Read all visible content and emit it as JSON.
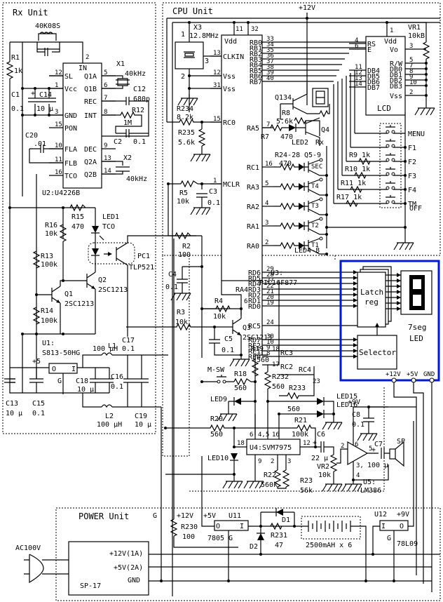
{
  "units": {
    "rx": "Rx Unit",
    "cpu": "CPU Unit",
    "power": "POWER Unit"
  },
  "rails": {
    "v12": "+12V",
    "v5": "+5V",
    "v9": "+9V",
    "gnd": "GND",
    "g": "G",
    "p5": "+5"
  },
  "rx": {
    "transducer": "40K08S",
    "r1": {
      "ref": "R1",
      "value": "1k"
    },
    "c1": {
      "ref": "C1",
      "value": "0.1"
    },
    "c14": {
      "ref": "C14",
      "value": "10 µ"
    },
    "c20": {
      "ref": "C20",
      "value": ".01"
    },
    "c12": {
      "ref": "C12",
      "value": "680p"
    },
    "r12": {
      "ref": "R12",
      "value": "1M"
    },
    "c2": {
      "ref": "C2",
      "value": "0.1"
    },
    "x1": {
      "ref": "X1",
      "value": "40kHz"
    },
    "x2": {
      "ref": "X2",
      "value": "40kHz"
    },
    "u2": {
      "ref": "U2:U4226B",
      "left_pins": [
        {
          "num": "12",
          "name": "SL"
        },
        {
          "num": "1",
          "name": "Vcc"
        },
        {
          "num": "3",
          "name": "GND"
        },
        {
          "num": "15",
          "name": "PON"
        },
        {
          "num": "10",
          "name": "FLA"
        },
        {
          "num": "11",
          "name": "FLB"
        },
        {
          "num": "16",
          "name": "TCO"
        }
      ],
      "right_pins": [
        {
          "num": "5",
          "name": "Q1A"
        },
        {
          "num": "6",
          "name": "Q1B"
        },
        {
          "num": "7",
          "name": "REC"
        },
        {
          "num": "8",
          "name": "INT"
        },
        {
          "num": "9",
          "name": "DEC"
        },
        {
          "num": "13",
          "name": "Q2A"
        },
        {
          "num": "14",
          "name": "Q2B"
        }
      ],
      "top_pin": {
        "num": "2",
        "name": "IN"
      }
    },
    "r15": {
      "ref": "R15",
      "value": "470"
    },
    "r16": {
      "ref": "R16",
      "value": "10k"
    },
    "r13": {
      "ref": "R13",
      "value": "100k"
    },
    "r14": {
      "ref": "R14",
      "value": "100k"
    },
    "led1": {
      "ref": "LED1",
      "value": "TCO"
    },
    "pc1": {
      "ref": "PC1",
      "value": "TLP521"
    },
    "q1": {
      "ref": "Q1",
      "value": "2SC1213"
    },
    "q2": {
      "ref": "Q2",
      "value": "2SC1213"
    },
    "u1": {
      "ref": "U1:",
      "value": "S813-50HG",
      "pins": {
        "o": "O",
        "i": "I",
        "g": "G"
      }
    },
    "l1": {
      "ref": "L1",
      "value": "100 µH"
    },
    "l2": {
      "ref": "L2",
      "value": "100 µH"
    },
    "c13": {
      "ref": "C13",
      "value": "10 µ"
    },
    "c15": {
      "ref": "C15",
      "value": "0.1"
    },
    "c16": {
      "ref": "C16",
      "value": "0.1"
    },
    "c17": {
      "ref": "C17",
      "value": "0.1"
    },
    "c18": {
      "ref": "C18",
      "value": "10 µ"
    },
    "c19": {
      "ref": "C19",
      "value": "10 µ"
    }
  },
  "cpu": {
    "x3": {
      "ref": "X3",
      "value": "12.8MHz",
      "pins": [
        "1",
        "2",
        "3"
      ]
    },
    "r234": {
      "ref": "R234",
      "value": "8.2k"
    },
    "r235": {
      "ref": "R235",
      "value": "5.6k"
    },
    "r5": {
      "ref": "R5",
      "value": "10k"
    },
    "c3": {
      "ref": "C3",
      "value": "0.1"
    },
    "r2": {
      "ref": "R2",
      "value": "100"
    },
    "c4": {
      "ref": "C4",
      "value": "0.1"
    },
    "r3": {
      "ref": "R3",
      "value": "10k"
    },
    "r4": {
      "ref": "R4",
      "value": "10k"
    },
    "c5": {
      "ref": "C5",
      "value": "0.1"
    },
    "q3": {
      "ref": "Q3",
      "value": "2SC1213"
    },
    "u3": {
      "ref": "U3:",
      "value": "PIC16F877",
      "left_pins": [
        {
          "num": "13",
          "name": "CLKIN"
        },
        {
          "num": "12",
          "name": "Vss"
        },
        {
          "num": "31",
          "name": "Vss"
        },
        {
          "num": "15",
          "name": "RC0"
        },
        {
          "num": "1",
          "name": "MCLR"
        }
      ],
      "top_pins": [
        {
          "num": "11",
          "name": "Vdd"
        },
        {
          "num": "32",
          "name": ""
        }
      ],
      "rb_pins": [
        {
          "num": "33",
          "name": "RB0"
        },
        {
          "num": "34",
          "name": "RB1"
        },
        {
          "num": "35",
          "name": "RB2"
        },
        {
          "num": "36",
          "name": "RB3"
        },
        {
          "num": "37",
          "name": "RB4"
        },
        {
          "num": "38",
          "name": "RB5"
        },
        {
          "num": "39",
          "name": "RB6"
        },
        {
          "num": "40",
          "name": "RB7"
        }
      ],
      "ra_pins": [
        {
          "num": "7",
          "name": "RA5"
        },
        {
          "num": "16",
          "name": "RC1"
        },
        {
          "num": "5",
          "name": "RA3"
        },
        {
          "num": "4",
          "name": "RA2"
        },
        {
          "num": "3",
          "name": "RA1"
        },
        {
          "num": "2",
          "name": "RA0"
        }
      ],
      "rd_pins": [
        {
          "num": "29",
          "name": "RD6"
        },
        {
          "num": "28",
          "name": "RD5"
        },
        {
          "num": "27",
          "name": "RD4"
        },
        {
          "num": "22",
          "name": "RD3"
        },
        {
          "num": "21",
          "name": "RD2"
        },
        {
          "num": "20",
          "name": "RD1"
        },
        {
          "num": "19",
          "name": "RD0"
        }
      ],
      "rc5": {
        "num": "24",
        "name": "RC5"
      },
      "sel_pins": [
        {
          "num": "30",
          "name": "RD7"
        },
        {
          "num": "10",
          "name": "RE2"
        },
        {
          "num": "9",
          "name": "RE1"
        },
        {
          "num": "8",
          "name": "RE0"
        }
      ],
      "ra4": {
        "num": "6",
        "name": "RA4"
      },
      "rc3": {
        "num": "18",
        "name": "RC3"
      },
      "rc2": {
        "num": "17",
        "name": "RC2"
      },
      "rc4": {
        "num": "23",
        "name": "RC4"
      }
    },
    "q134": {
      "ref": "Q134"
    },
    "r8": {
      "ref": "R8"
    },
    "r7": {
      "ref": "R7",
      "value": "470",
      "res": "5.6k"
    },
    "led2": {
      "ref": "LED2",
      "value": "Rx"
    },
    "q4": {
      "ref": "Q4"
    },
    "r24_28": {
      "ref": "R24-28",
      "value": "470"
    },
    "q5_9": {
      "ref": "Q5-9"
    },
    "led4_8": {
      "ref": "LED4-8"
    },
    "led_labels": [
      "SEC",
      "T4",
      "T3",
      "T2",
      "T1"
    ],
    "lcd": {
      "ref": "LCD",
      "left_pins": [
        {
          "num": "4",
          "name": "RS"
        },
        {
          "num": "6",
          "name": "E"
        },
        {
          "num": "11",
          "name": "DB4"
        },
        {
          "num": "12",
          "name": "DB5"
        },
        {
          "num": "13",
          "name": "DB6"
        },
        {
          "num": "14",
          "name": "DB7"
        }
      ],
      "right_pins": [
        {
          "num": "3",
          "name": "Vo"
        },
        {
          "num": "5",
          "name": "R/W"
        },
        {
          "num": "7",
          "name": "DB0"
        },
        {
          "num": "8",
          "name": "DB1"
        },
        {
          "num": "9",
          "name": "DB2"
        },
        {
          "num": "10",
          "name": "DB3"
        },
        {
          "num": "2",
          "name": "Vss"
        }
      ],
      "top_pin": {
        "num": "1",
        "name": "Vdd"
      }
    },
    "vr1": {
      "ref": "VR1",
      "value": "10kB"
    },
    "switches": [
      {
        "label": "MENU",
        "res": ""
      },
      {
        "label": "F1",
        "res": ""
      },
      {
        "label": "F2",
        "res": "R9 1k"
      },
      {
        "label": "F3",
        "res": "R10 1k"
      },
      {
        "label": "F4",
        "res": "R11 1k"
      },
      {
        "label": "TM",
        "res": "R17 1k"
      }
    ],
    "tm_off": "OFF",
    "seg_module": {
      "latch": [
        "Latch",
        "reg"
      ],
      "selector": "Selector",
      "display": [
        "7seg",
        "LED"
      ],
      "power": [
        "+12V",
        "+5V",
        "GND"
      ],
      "border_color": "#0018d8"
    },
    "msw": "M-SW",
    "r18": {
      "ref": "R18",
      "value": "560"
    },
    "r19": {
      "ref": "R19",
      "value": "560"
    },
    "r232": {
      "ref": "R232",
      "value": "560"
    },
    "r233": {
      "ref": "R233",
      "value": "560"
    },
    "led9": "LED9",
    "led10": "LED10",
    "led15": "LED15",
    "led16": "LED16",
    "r20": {
      "ref": "R20",
      "value": "560"
    },
    "r21": {
      "ref": "R21",
      "value": "100k"
    },
    "r22": {
      "ref": "R22",
      "value": "560k"
    },
    "r23": {
      "ref": "R23",
      "value": "56k"
    },
    "u4": {
      "ref": "U4:SVM7975",
      "pins": [
        "6",
        "4,5",
        "16",
        "18",
        "12",
        "9",
        "2",
        "3"
      ]
    },
    "c6": {
      "ref": "C6",
      "value": "22 µ"
    },
    "vr2": {
      "ref": "VR2",
      "value": "10k"
    },
    "c7": {
      "ref": "C7",
      "value": "100 µ"
    },
    "c8": {
      "ref": "C8",
      "value": "0.1"
    },
    "u5": {
      "ref": "U5:",
      "value": "LM386",
      "pins": [
        "2",
        "6",
        "5",
        "3,",
        "4"
      ]
    },
    "sp": "SP"
  },
  "power": {
    "ac": "AC100V",
    "psu": "SP-17",
    "outputs": [
      "+12V(1A)",
      "+5V(2A)",
      "GND"
    ],
    "r230": {
      "ref": "R230",
      "value": "100"
    },
    "u11": {
      "ref": "U11",
      "value": "7805",
      "pins": {
        "o": "O",
        "i": "I",
        "g": "G"
      }
    },
    "d1": "D1",
    "d2": "D2",
    "r231": {
      "ref": "R231",
      "value": "47"
    },
    "battery": "2500mAH x 6",
    "u12": {
      "ref": "U12",
      "value": "78L09",
      "pins": {
        "o": "O",
        "i": "I",
        "g": "G"
      }
    }
  }
}
